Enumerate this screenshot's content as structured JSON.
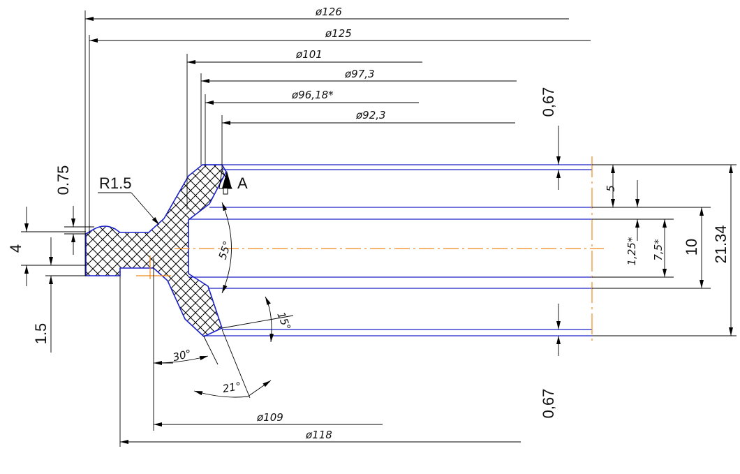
{
  "diameters": {
    "d126": "ø126",
    "d125": "ø125",
    "d101": "ø101",
    "d97_3": "ø97,3",
    "d96_18": "ø96,18*",
    "d92_3": "ø92,3",
    "d109": "ø109",
    "d118": "ø118"
  },
  "linear": {
    "top_067": "0,67",
    "bottom_067": "0,67",
    "d075": "0.75",
    "d4": "4",
    "d15": "1.5",
    "d5": "5",
    "d125s": "1,25*",
    "d75s": "7,5*",
    "d10": "10",
    "d2134": "21.34"
  },
  "angles": {
    "a55": "55°",
    "a15": "15°",
    "a30": "30°",
    "a21": "21°"
  },
  "labels": {
    "radius": "R1.5",
    "view": "A"
  },
  "colors": {
    "outline": "#1a22c8",
    "axis": "#f08a1a",
    "dimension": "#000000"
  }
}
